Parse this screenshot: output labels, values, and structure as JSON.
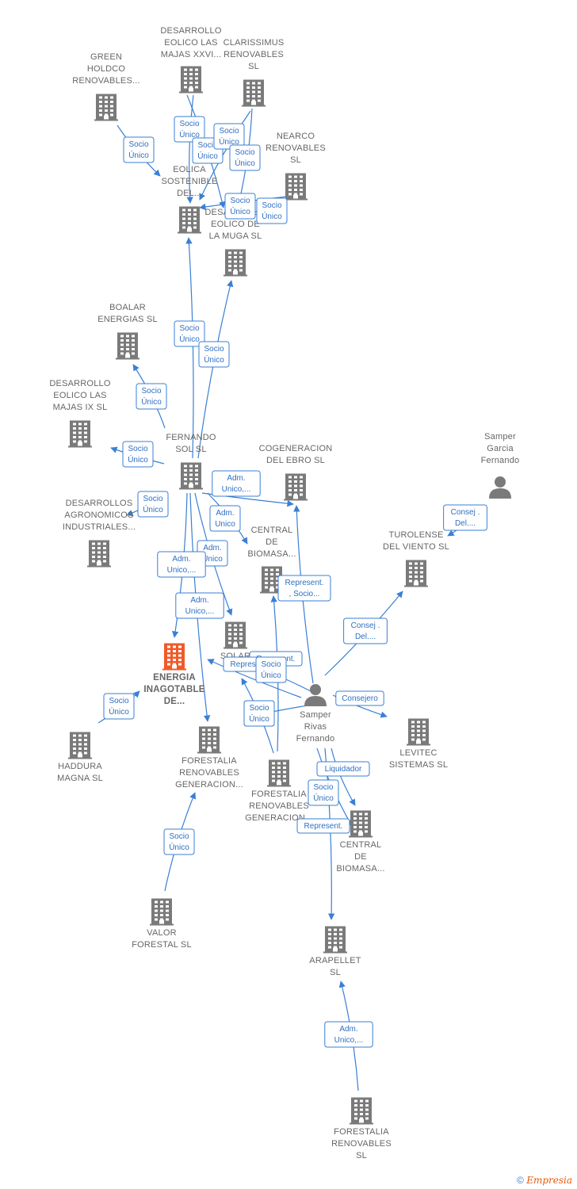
{
  "colors": {
    "edge": "#3a7fd5",
    "node": "#7a7a7a",
    "focus": "#f05a28",
    "label": "#666666"
  },
  "nodes": [
    {
      "id": "green",
      "type": "company",
      "lines": [
        "GREEN",
        "HOLDCO",
        "RENOVABLES..."
      ]
    },
    {
      "id": "majasxxvi",
      "type": "company",
      "lines": [
        "DESARROLLO",
        "EOLICO LAS",
        "MAJAS XXVI..."
      ]
    },
    {
      "id": "clarissimus",
      "type": "company",
      "lines": [
        "CLARISSIMUS",
        "RENOVABLES",
        "SL"
      ]
    },
    {
      "id": "nearco",
      "type": "company",
      "lines": [
        "NEARCO",
        "RENOVABLES",
        "SL"
      ]
    },
    {
      "id": "eolicasost",
      "type": "company",
      "lines": [
        "EOLICA",
        "SOSTENIBLE",
        "DEL..."
      ]
    },
    {
      "id": "muga",
      "type": "company",
      "lines": [
        "DESARROLLO",
        "EOLICO DE",
        "LA MUGA SL"
      ]
    },
    {
      "id": "boalar",
      "type": "company",
      "lines": [
        "BOALAR",
        "ENERGIAS  SL"
      ]
    },
    {
      "id": "majasix",
      "type": "company",
      "lines": [
        "DESARROLLO",
        "EOLICO LAS",
        "MAJAS IX  SL"
      ]
    },
    {
      "id": "fernandosol",
      "type": "company",
      "lines": [
        "FERNANDO",
        "SOL SL"
      ]
    },
    {
      "id": "agronomicos",
      "type": "company",
      "lines": [
        "DESARROLLOS",
        "AGRONOMICOS",
        "INDUSTRIALES..."
      ]
    },
    {
      "id": "cogeneracion",
      "type": "company",
      "lines": [
        "COGENERACION",
        "DEL EBRO  SL"
      ]
    },
    {
      "id": "samperg",
      "type": "person",
      "lines": [
        "Samper",
        "Garcia",
        "Fernando"
      ]
    },
    {
      "id": "turolense",
      "type": "company",
      "lines": [
        "TUROLENSE",
        "DEL VIENTO SL"
      ]
    },
    {
      "id": "centralbio1",
      "type": "company",
      "lines": [
        "CENTRAL",
        "DE",
        "BIOMASA..."
      ]
    },
    {
      "id": "solaria",
      "type": "company",
      "lines": [
        "SOLAR",
        "POT..."
      ]
    },
    {
      "id": "energia",
      "type": "focus",
      "lines": [
        "ENERGIA",
        "INAGOTABLE",
        "DE..."
      ]
    },
    {
      "id": "samperr",
      "type": "person",
      "lines": [
        "Samper",
        "Rivas",
        "Fernando"
      ]
    },
    {
      "id": "levitec",
      "type": "company",
      "lines": [
        "LEVITEC",
        "SISTEMAS  SL"
      ]
    },
    {
      "id": "haddura",
      "type": "company",
      "lines": [
        "HADDURA",
        "MAGNA  SL"
      ]
    },
    {
      "id": "forestalia1",
      "type": "company",
      "lines": [
        "FORESTALIA",
        "RENOVABLES",
        "GENERACION..."
      ]
    },
    {
      "id": "forestalia2",
      "type": "company",
      "lines": [
        "FORESTALIA",
        "RENOVABLES",
        "GENERACION..."
      ]
    },
    {
      "id": "centralbio2",
      "type": "company",
      "lines": [
        "CENTRAL",
        "DE",
        "BIOMASA..."
      ]
    },
    {
      "id": "valor",
      "type": "company",
      "lines": [
        "VALOR",
        "FORESTAL SL"
      ]
    },
    {
      "id": "arapellet",
      "type": "company",
      "lines": [
        "ARAPELLET",
        "SL"
      ]
    },
    {
      "id": "forestaliasl",
      "type": "company",
      "lines": [
        "FORESTALIA",
        "RENOVABLES",
        "SL"
      ]
    }
  ],
  "edges": [
    {
      "from": "green",
      "to": "eolicasost",
      "lines": [
        "Socio",
        "Único"
      ]
    },
    {
      "from": "majasxxvi",
      "to": "muga",
      "lines": [
        "Socio",
        "Único"
      ]
    },
    {
      "from": "majasxxvi",
      "to": "eolicasost",
      "lines": [
        "Socio",
        "Único"
      ]
    },
    {
      "from": "clarissimus",
      "to": "eolicasost",
      "lines": [
        "Socio",
        "Único"
      ]
    },
    {
      "from": "clarissimus",
      "to": "muga",
      "lines": [
        "Socio",
        "Único"
      ]
    },
    {
      "from": "nearco",
      "to": "muga",
      "lines": [
        "Socio",
        "Único"
      ]
    },
    {
      "from": "nearco",
      "to": "eolicasost",
      "lines": [
        "Socio",
        "Único"
      ]
    },
    {
      "from": "fernandosol",
      "to": "eolicasost",
      "lines": [
        "Socio",
        "Único"
      ]
    },
    {
      "from": "fernandosol",
      "to": "muga",
      "lines": [
        "Socio",
        "Único"
      ]
    },
    {
      "from": "fernandosol",
      "to": "boalar",
      "lines": [
        "Socio",
        "Único"
      ]
    },
    {
      "from": "fernandosol",
      "to": "majasix",
      "lines": [
        "Socio",
        "Único"
      ]
    },
    {
      "from": "fernandosol",
      "to": "agronomicos",
      "lines": [
        "Socio",
        "Único"
      ]
    },
    {
      "from": "fernandosol",
      "to": "cogeneracion",
      "lines": [
        "Adm.",
        "Unico,..."
      ]
    },
    {
      "from": "fernandosol",
      "to": "centralbio1",
      "lines": [
        "Adm.",
        "Unico"
      ]
    },
    {
      "from": "fernandosol",
      "to": "solaria",
      "lines": [
        "Adm.",
        "Unico"
      ]
    },
    {
      "from": "fernandosol",
      "to": "energia",
      "lines": [
        "Adm.",
        "Unico,..."
      ]
    },
    {
      "from": "fernandosol",
      "to": "forestalia1",
      "lines": [
        "Adm.",
        "Unico,..."
      ]
    },
    {
      "from": "samperg",
      "to": "turolense",
      "lines": [
        "Consej .",
        "Del...."
      ]
    },
    {
      "from": "samperr",
      "to": "cogeneracion",
      "lines": [
        "Represent.",
        ", Socio..."
      ]
    },
    {
      "from": "samperr",
      "to": "turolense",
      "lines": [
        "Consej .",
        "Del...."
      ]
    },
    {
      "from": "samperr",
      "to": "levitec",
      "lines": [
        "Consejero"
      ]
    },
    {
      "from": "samperr",
      "to": "solaria",
      "lines": [
        "Represent."
      ]
    },
    {
      "from": "samperr",
      "to": "energia",
      "lines": [
        "Represent."
      ]
    },
    {
      "from": "samperr",
      "to": "centralbio1",
      "lines": [
        "Socio",
        "Único"
      ]
    },
    {
      "from": "samperr",
      "to": "forestalia2",
      "lines": [
        "Socio",
        "Único"
      ]
    },
    {
      "from": "forestalia2",
      "to": "energia",
      "lines": [
        "Socio",
        "Único"
      ]
    },
    {
      "from": "samperr",
      "to": "centralbio2",
      "lines": [
        "Liquidador"
      ]
    },
    {
      "from": "samperr",
      "to": "arapellet",
      "lines": [
        "Socio",
        "Único"
      ]
    },
    {
      "from": "samperr",
      "to": "centralbio2",
      "lines": [
        "Represent."
      ]
    },
    {
      "from": "haddura",
      "to": "energia",
      "lines": [
        "Socio",
        "Único"
      ]
    },
    {
      "from": "valor",
      "to": "forestalia1",
      "lines": [
        "Socio",
        "Único"
      ]
    },
    {
      "from": "forestaliasl",
      "to": "arapellet",
      "lines": [
        "Adm.",
        "Unico,..."
      ]
    }
  ],
  "footer": {
    "copyright": "©",
    "brand": "Empresia"
  }
}
